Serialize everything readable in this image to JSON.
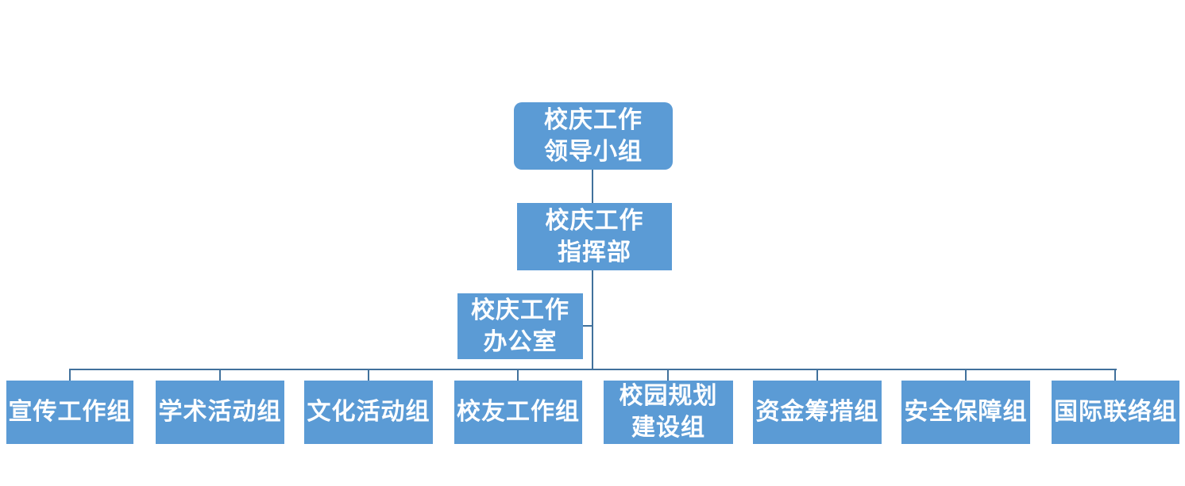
{
  "colors": {
    "node_fill": "#5b9bd5",
    "connector": "#41719c",
    "node_text": "#ffffff",
    "background": "#ffffff"
  },
  "org_chart": {
    "type": "org-hierarchy",
    "leading_group": {
      "label": "校庆工作\n领导小组"
    },
    "command_center": {
      "label": "校庆工作\n指挥部"
    },
    "office": {
      "label": "校庆工作\n办公室"
    },
    "groups": [
      {
        "label": "宣传工作组"
      },
      {
        "label": "学术活动组"
      },
      {
        "label": "文化活动组"
      },
      {
        "label": "校友工作组"
      },
      {
        "label": "校园规划\n建设组"
      },
      {
        "label": "资金筹措组"
      },
      {
        "label": "安全保障组"
      },
      {
        "label": "国际联络组"
      }
    ]
  }
}
